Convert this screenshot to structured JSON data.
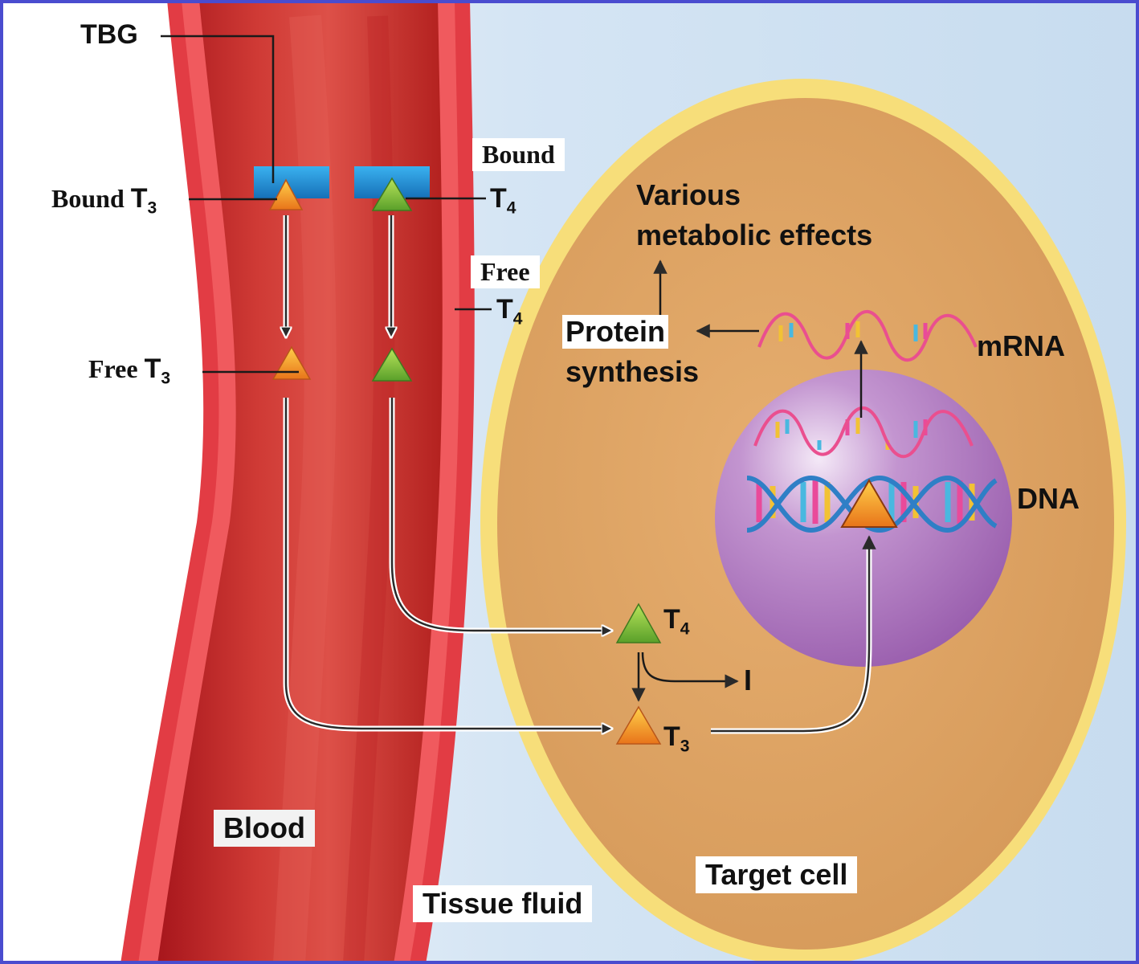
{
  "labels": {
    "tbg": "TBG",
    "bound_left": "Bound",
    "t3_bound": "T",
    "sub3_bound": "3",
    "bound_right": "Bound",
    "t4_bound": "T",
    "sub4_bound": "4",
    "free_right": "Free",
    "t4_free": "T",
    "sub4_free": "4",
    "free_left": "Free",
    "t3_free": "T",
    "sub3_free": "3",
    "various": "Various",
    "metabolic": "metabolic effects",
    "protein": "Protein",
    "synthesis": "synthesis",
    "mrna": "mRNA",
    "dna": "DNA",
    "t4_cell": "T",
    "sub4_cell": "4",
    "iodine": "I",
    "t3_cell": "T",
    "sub3_cell": "3",
    "blood": "Blood",
    "tissue_fluid": "Tissue fluid",
    "target_cell": "Target cell"
  },
  "colors": {
    "blood": "#d8473f",
    "vessel_wall": "#e23c44",
    "cytoplasm": "#e0a86b",
    "membrane": "#f7de7a",
    "nucleus": "#b27cc0",
    "tbg": "#1f8fd6",
    "t3": "#f08a14",
    "t4": "#7ab62a",
    "tissue_fluid": "#cfe1f2",
    "border": "#4a4ccf"
  }
}
